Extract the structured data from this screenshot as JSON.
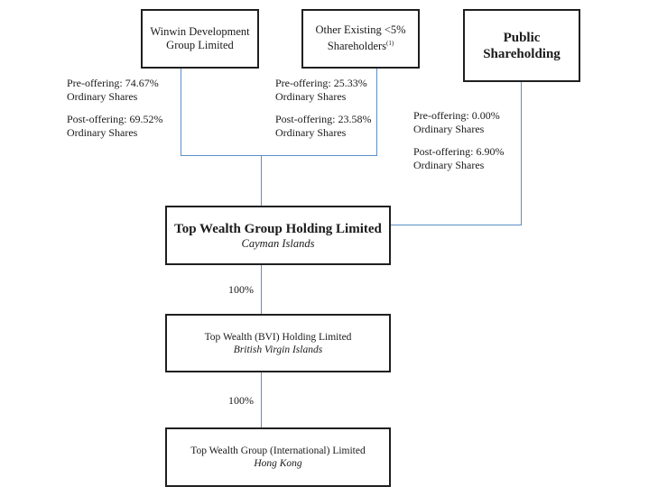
{
  "shareholders": {
    "winwin": {
      "line1": "Winwin Development",
      "line2": "Group Limited"
    },
    "other": {
      "line1": "Other Existing <5%",
      "line2": "Shareholders",
      "footnote": "(1)"
    },
    "public": {
      "line1": "Public",
      "line2": "Shareholding"
    }
  },
  "notes": {
    "winwin": {
      "pre": "Pre-offering: 74.67%",
      "pre_shares": "Ordinary Shares",
      "post": "Post-offering: 69.52%",
      "post_shares": "Ordinary Shares"
    },
    "other": {
      "pre": "Pre-offering: 25.33%",
      "pre_shares": "Ordinary Shares",
      "post": "Post-offering: 23.58%",
      "post_shares": "Ordinary Shares"
    },
    "public": {
      "pre": "Pre-offering: 0.00%",
      "pre_shares": "Ordinary Shares",
      "post": "Post-offering: 6.90%",
      "post_shares": "Ordinary Shares"
    }
  },
  "entities": {
    "holding": {
      "name": "Top Wealth Group Holding Limited",
      "jurisdiction": "Cayman Islands"
    },
    "bvi": {
      "name": "Top Wealth (BVI) Holding Limited",
      "jurisdiction": "British Virgin Islands"
    },
    "hk": {
      "name": "Top Wealth Group (International) Limited",
      "jurisdiction": "Hong Kong"
    }
  },
  "ownership": {
    "holding_to_bvi": "100%",
    "bvi_to_hk": "100%"
  },
  "colors": {
    "connector": "#5b8fc7",
    "border": "#1f1f1f"
  }
}
